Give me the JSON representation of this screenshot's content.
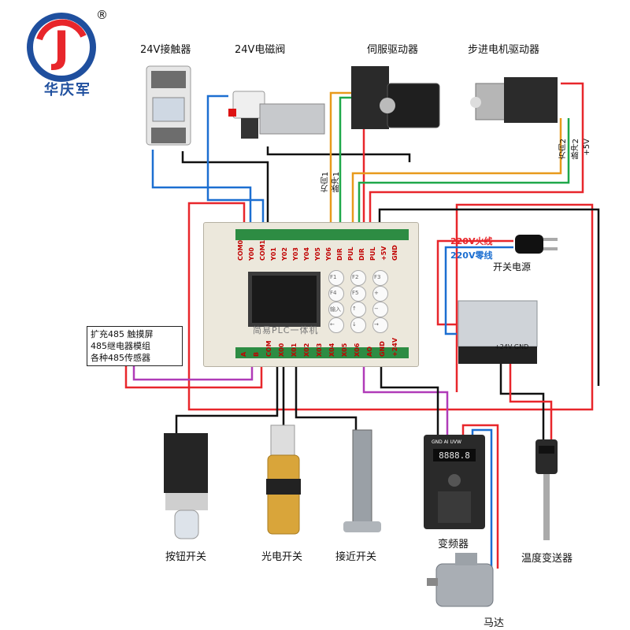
{
  "brand": {
    "logo_text": "J",
    "name": "华庆军",
    "trademark": "®"
  },
  "devices": {
    "contactor": "24V接触器",
    "solenoid": "24V电磁阀",
    "servo": "伺服驱动器",
    "stepper": "步进电机驱动器",
    "power_switch": "开关电源",
    "button": "按钮开关",
    "photo": "光电开关",
    "proximity": "接近开关",
    "vfd": "变频器",
    "temp": "温度变送器",
    "motor": "马达"
  },
  "labels": {
    "live": "220V火线",
    "neutral": "220V零线",
    "dir1": "方向1",
    "pulse1": "脉冲1",
    "dir2": "方向2",
    "pulse2": "脉冲2",
    "plus5v": "+5V",
    "psu_terminals": "+24V GND",
    "vfd_terminals": "GND AI UVW",
    "vfd_display": "8888.8"
  },
  "expansion": [
    "扩充485 触摸屏",
    "485继电器模组",
    "各种485传感器"
  ],
  "plc": {
    "name": "简易PLC一体机",
    "top_terminals": [
      "COM0",
      "Y00",
      "COM1",
      "Y01",
      "Y02",
      "Y03",
      "Y04",
      "Y05",
      "Y06",
      "DIR",
      "PUL",
      "DIR",
      "PUL",
      "+5V",
      "GND"
    ],
    "bottom_terminals": [
      "A",
      "B",
      "COM",
      "X00",
      "X01",
      "X02",
      "X03",
      "X04",
      "X05",
      "X06",
      "AO",
      "GND",
      "+24V"
    ],
    "keys": [
      "F1",
      "F2",
      "F3",
      "F4",
      "F5",
      "+",
      "输入",
      "↑",
      "−",
      "←",
      "↓",
      "→"
    ]
  },
  "colors": {
    "red": "#e8262b",
    "blue": "#1c6fd1",
    "black": "#111111",
    "green": "#1fa84a",
    "orange": "#e89a1c",
    "purple": "#b03bb8",
    "plc_green": "#2d8c43"
  }
}
